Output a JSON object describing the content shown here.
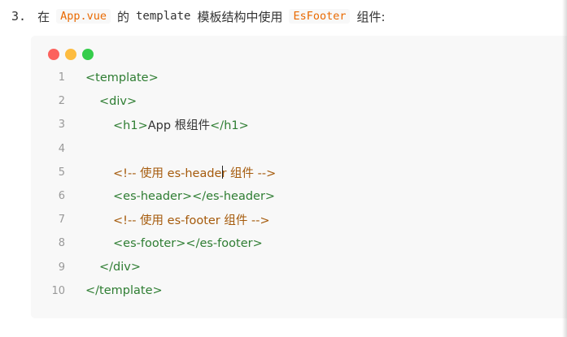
{
  "step": {
    "number": "3.",
    "prefix": "在",
    "file_chip": "App.vue",
    "middle_1": "的",
    "template_word": "template",
    "middle_2": "模板结构中使用",
    "component_chip": "EsFooter",
    "suffix": "组件:"
  },
  "window_dots": [
    "red",
    "yellow",
    "green"
  ],
  "colors": {
    "tag": "#2e7d32",
    "comment": "#a55a0b",
    "chip_text": "#e96900"
  },
  "code_lines": [
    {
      "n": "1",
      "text": "<template>",
      "kind": "tag",
      "indent": 0
    },
    {
      "n": "2",
      "text": "<div>",
      "kind": "tag",
      "indent": 1
    },
    {
      "n": "3",
      "parts": [
        {
          "t": "<h1>",
          "k": "tag"
        },
        {
          "t": "App 根组件",
          "k": "text"
        },
        {
          "t": "</h1>",
          "k": "tag"
        }
      ],
      "indent": 2
    },
    {
      "n": "4",
      "text": "",
      "kind": "text",
      "indent": 0
    },
    {
      "n": "5",
      "text": "<!-- 使用 es-header 组件 -->",
      "kind": "comment",
      "indent": 2
    },
    {
      "n": "6",
      "text": "<es-header></es-header>",
      "kind": "tag",
      "indent": 2
    },
    {
      "n": "7",
      "text": "<!-- 使用 es-footer 组件 -->",
      "kind": "comment",
      "indent": 2
    },
    {
      "n": "8",
      "text": "<es-footer></es-footer>",
      "kind": "tag",
      "indent": 2
    },
    {
      "n": "9",
      "text": "</div>",
      "kind": "tag",
      "indent": 1
    },
    {
      "n": "10",
      "text": "</template>",
      "kind": "tag",
      "indent": 0
    }
  ]
}
